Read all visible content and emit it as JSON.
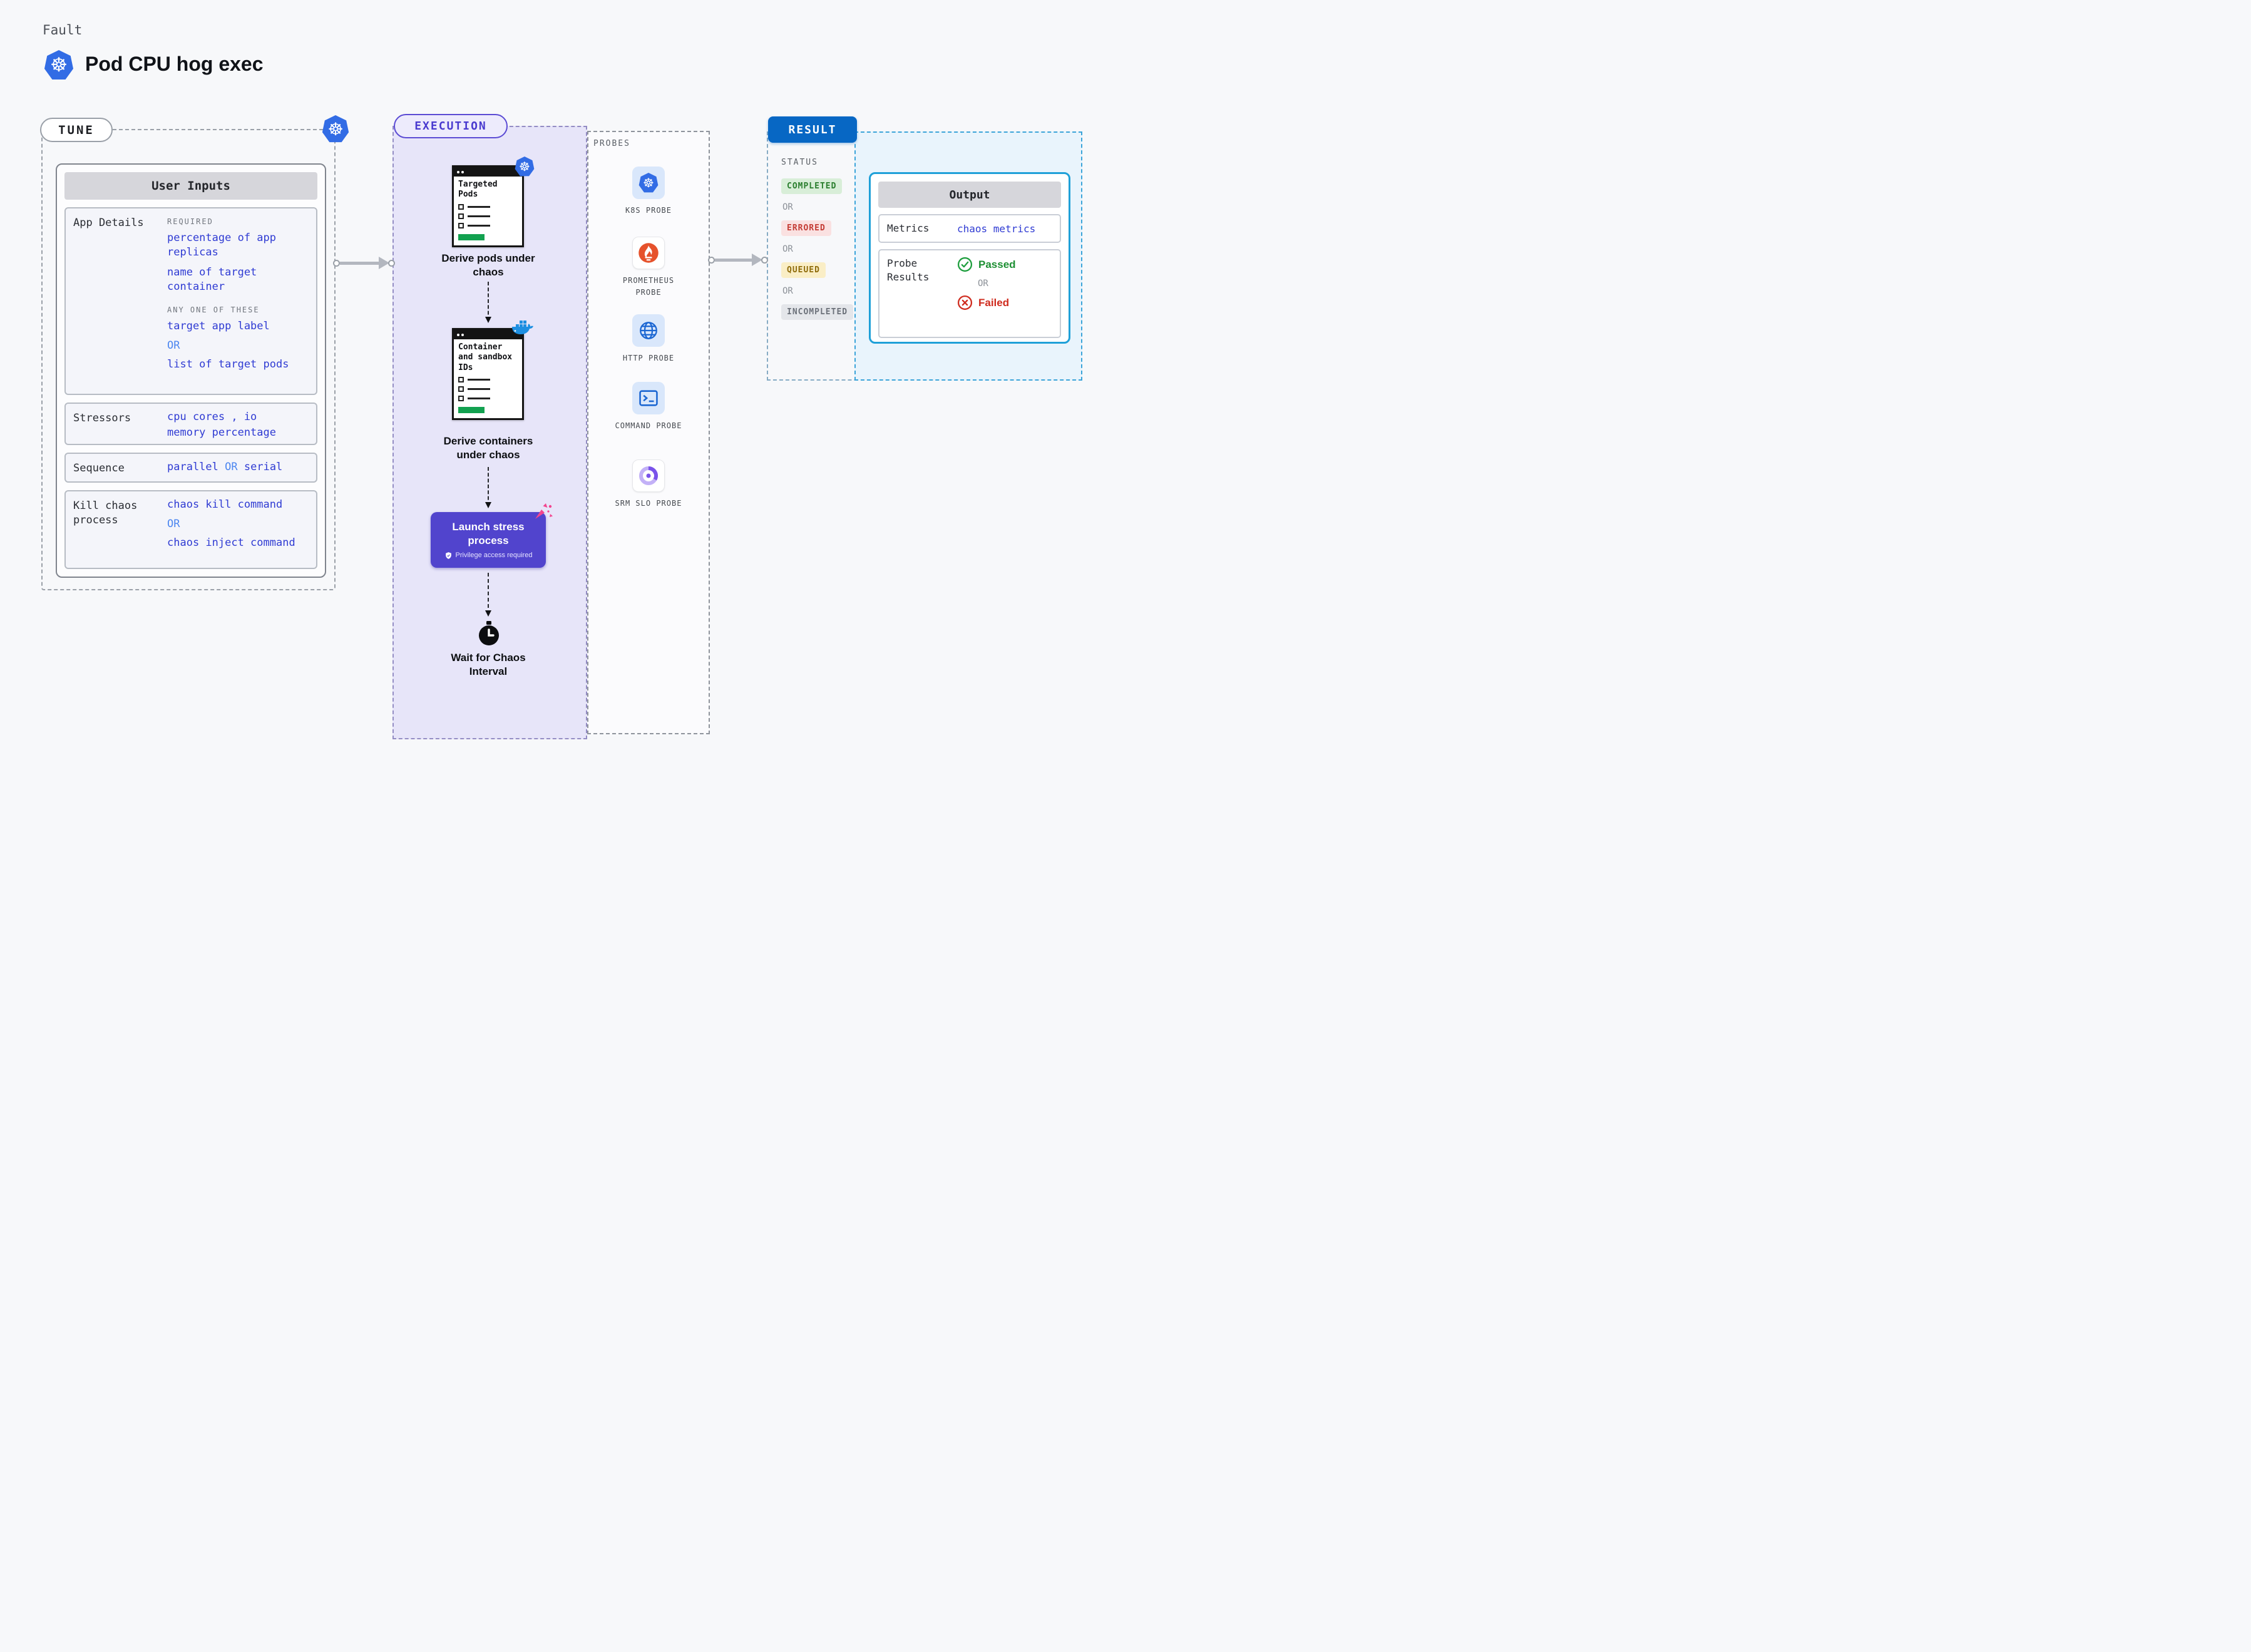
{
  "colors": {
    "kubernetes_blue": "#326ce5",
    "value_blue": "#2f3bd3",
    "or_blue": "#4c86f0",
    "execution_purple": "#5144cd",
    "result_blue": "#0767c4",
    "output_border_blue": "#1fa0d8",
    "success_green": "#1e9e3e",
    "error_red": "#cf2c1f",
    "queued_yellow": "#8f6c0a",
    "progress_green": "#12a150",
    "prometheus_orange": "#e6522c",
    "sparkle_pink": "#f2458f"
  },
  "icons": {
    "kubernetes_glyph": "☸"
  },
  "header": {
    "kicker": "Fault",
    "title": "Pod CPU hog exec"
  },
  "tune": {
    "label": "TUNE",
    "card_title": "User Inputs",
    "app_details": {
      "label": "App Details",
      "required_caption": "REQUIRED",
      "required_item_1": "percentage of app replicas",
      "required_item_2": "name of target container",
      "any_caption": "ANY ONE OF THESE",
      "any_item_1": "target app label",
      "any_or": "OR",
      "any_item_2": "list of target pods"
    },
    "stressors": {
      "label": "Stressors",
      "line1": "cpu cores , io",
      "line2": "memory percentage"
    },
    "sequence": {
      "label": "Sequence",
      "value_1": "parallel",
      "or": "OR",
      "value_2": "serial"
    },
    "kill": {
      "label": "Kill chaos process",
      "value_1": "chaos kill command",
      "or": "OR",
      "value_2": "chaos inject command"
    }
  },
  "execution": {
    "label": "EXECUTION",
    "step1": {
      "window_title": "Targeted Pods",
      "caption": "Derive pods under chaos"
    },
    "step2": {
      "window_title": "Container and sandbox IDs",
      "caption": "Derive containers under chaos"
    },
    "step3": {
      "button_title": "Launch stress process",
      "button_subtitle": "Privilege access required"
    },
    "step4": {
      "caption": "Wait for Chaos Interval"
    }
  },
  "probes": {
    "label": "PROBES",
    "item_1": "K8S PROBE",
    "item_2": "PROMETHEUS PROBE",
    "item_3": "HTTP PROBE",
    "item_4": "COMMAND PROBE",
    "item_5": "SRM SLO PROBE"
  },
  "result": {
    "label": "RESULT",
    "status_heading": "STATUS",
    "badge_completed": "COMPLETED",
    "badge_errored": "ERRORED",
    "badge_queued": "QUEUED",
    "badge_incompleted": "INCOMPLETED",
    "or": "OR",
    "output": {
      "title": "Output",
      "metrics_label": "Metrics",
      "metrics_value": "chaos metrics",
      "probe_label": "Probe Results",
      "passed": "Passed",
      "or": "OR",
      "failed": "Failed"
    }
  }
}
